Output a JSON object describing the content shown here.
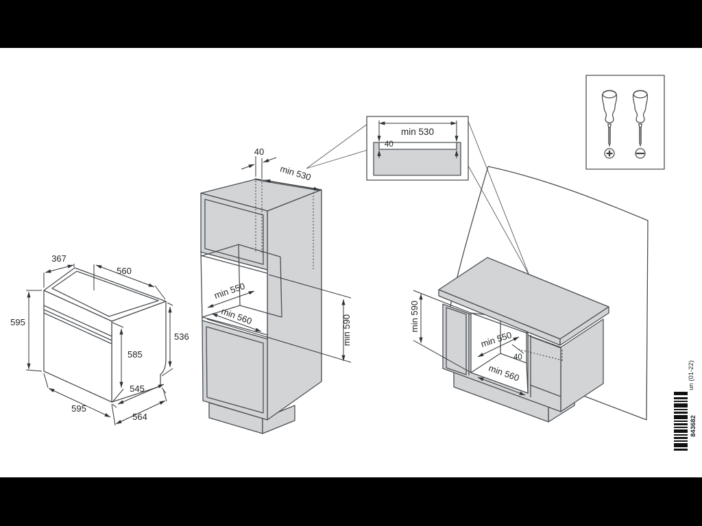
{
  "colors": {
    "background": "#ffffff",
    "letterbox": "#000000",
    "line": "#4a4e52",
    "dimension": "#303336",
    "panel_fill": "#d2d4d6"
  },
  "oven": {
    "top_depth": "367",
    "top_width": "560",
    "front_height": "595",
    "door_height": "585",
    "body_height": "536",
    "body_depth": "545",
    "front_width": "595",
    "total_depth": "564"
  },
  "tall_unit": {
    "vent_gap": "40",
    "vent_slot_length": "min 530",
    "niche_depth": "min 550",
    "niche_width": "min 560",
    "niche_height": "min 590"
  },
  "inset_detail": {
    "slot_length": "min 530",
    "slot_depth": "40"
  },
  "base_unit": {
    "niche_height": "min 590",
    "niche_depth": "min 550",
    "vent_gap": "40",
    "niche_width": "min 560"
  },
  "tools": {
    "icons": [
      "phillips-screwdriver-icon",
      "slotted-screwdriver-icon"
    ]
  },
  "footer": {
    "barcode_number": "843682",
    "print_code": "un (01-22)"
  }
}
